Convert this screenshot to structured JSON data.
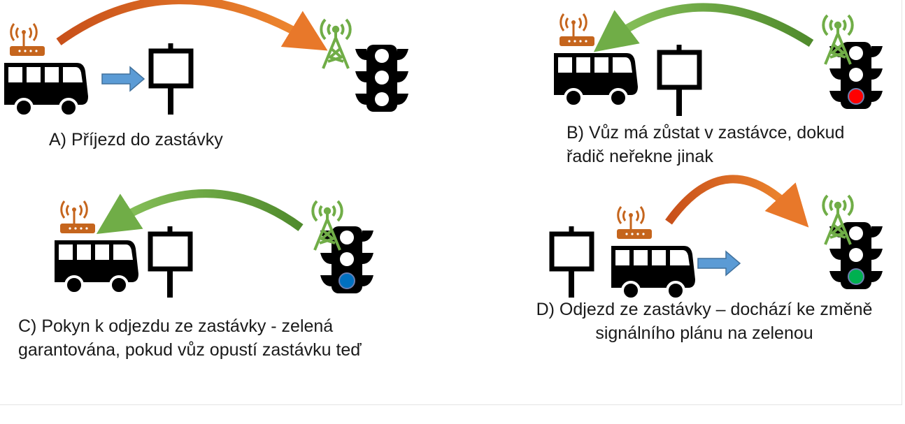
{
  "panels": {
    "a": {
      "caption": "A)   Příjezd do zastávky",
      "signal": "dark",
      "message": "bus-to-controller"
    },
    "b": {
      "caption_lines": [
        "B) Vůz má zůstat v zastávce, dokud",
        "řadič neřekne jinak"
      ],
      "signal": "red",
      "message": "controller-to-bus"
    },
    "c": {
      "caption_lines": [
        "C) Pokyn k odjezdu ze zastávky - zelená",
        "garantována, pokud vůz opustí zastávku teď"
      ],
      "signal": "blue",
      "message": "controller-to-bus"
    },
    "d": {
      "caption_lines": [
        "D) Odjezd ze zastávky – dochází ke změně",
        "signálního plánu na zelenou"
      ],
      "signal": "green",
      "message": "bus-to-controller"
    }
  },
  "colors": {
    "vehicle": "#000000",
    "router": "#c5651d",
    "tower": "#70ad47",
    "arrow_bus_to_controller": "#e8782a",
    "arrow_controller_to_bus": "#70ad47",
    "move_arrow": "#5b9bd5",
    "signal_red": "#ff0000",
    "signal_blue": "#0070c0",
    "signal_green": "#00b050"
  },
  "icons": [
    "bus-icon",
    "router-icon",
    "bus-stop-sign-icon",
    "radio-tower-icon",
    "traffic-light-icon",
    "movement-arrow-icon"
  ]
}
